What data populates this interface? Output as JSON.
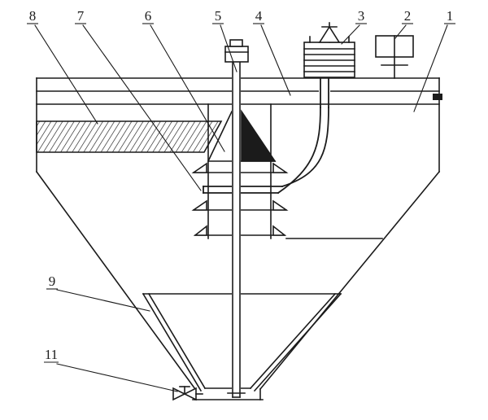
{
  "diagram": {
    "colors": {
      "stroke": "#1b1b1b",
      "background": "#ffffff"
    },
    "labels": {
      "n1": "1",
      "n2": "2",
      "n3": "3",
      "n4": "4",
      "n5": "5",
      "n6": "6",
      "n7": "7",
      "n8": "8",
      "n9": "9",
      "n11": "11"
    }
  }
}
